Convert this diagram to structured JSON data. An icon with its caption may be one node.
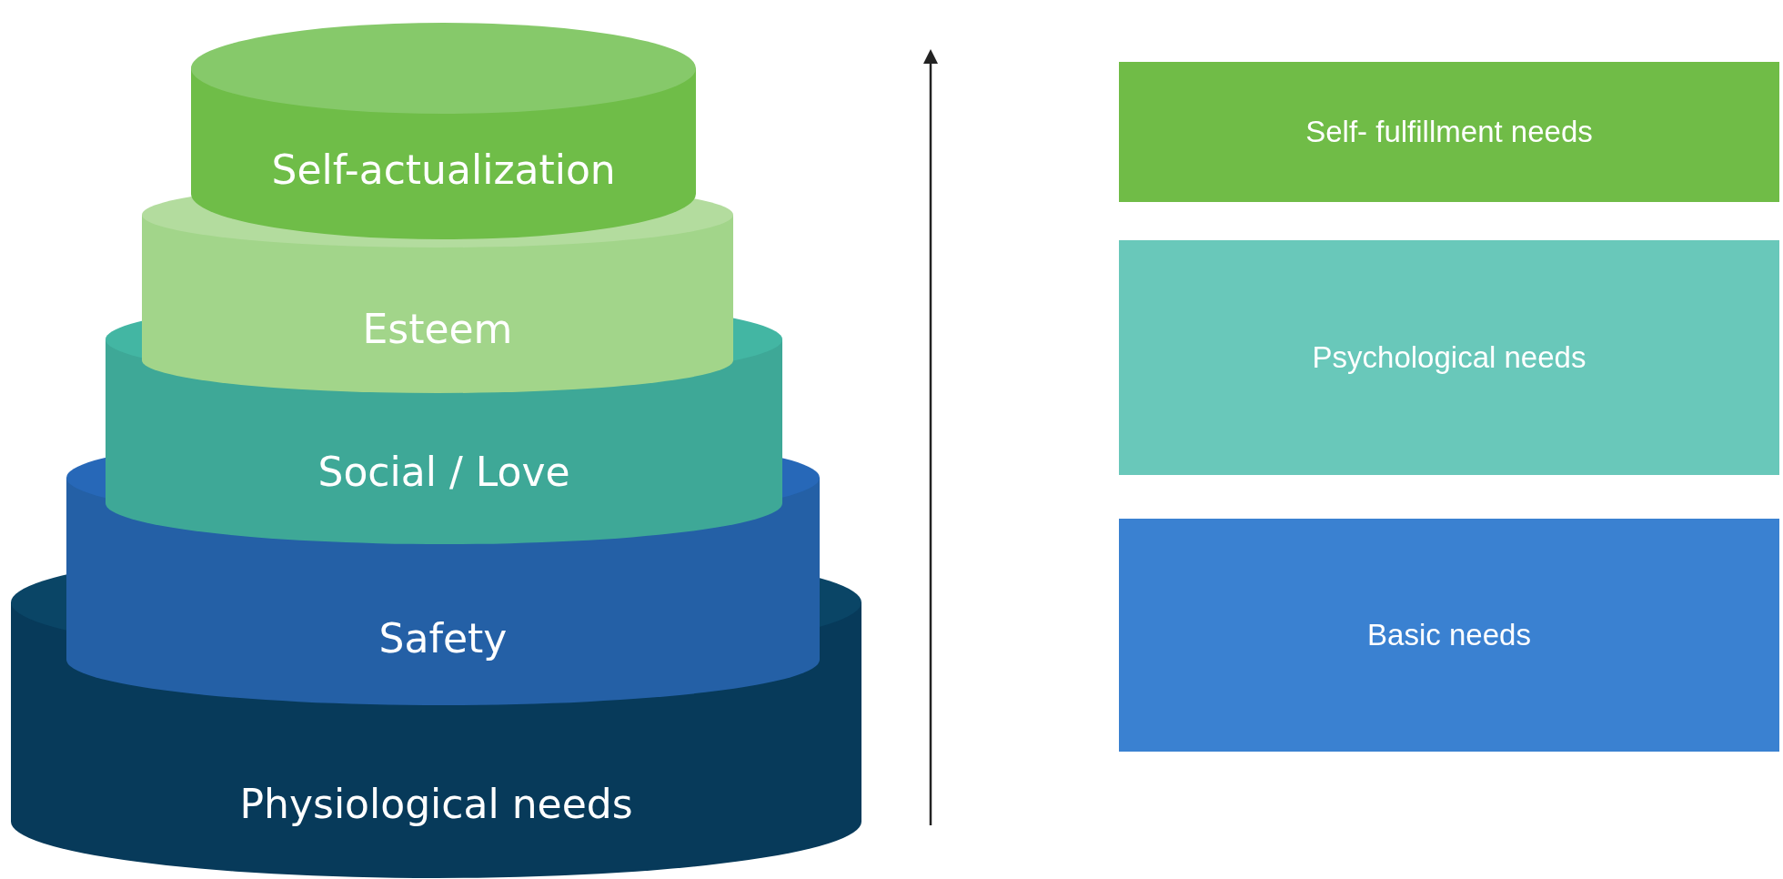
{
  "diagram": {
    "nodes": [
      {
        "text": [
          "Self-actualization"
        ]
      },
      {
        "text": [
          "Esteem"
        ]
      },
      {
        "text": [
          "Social / Love"
        ]
      },
      {
        "text": [
          "Safety"
        ]
      },
      {
        "text": [
          "Physiological needs"
        ]
      },
      {
        "text": [
          "Self- fulfillment needs"
        ]
      },
      {
        "text": [
          "Psychological needs"
        ]
      },
      {
        "text": [
          "Basic needs"
        ]
      }
    ]
  }
}
